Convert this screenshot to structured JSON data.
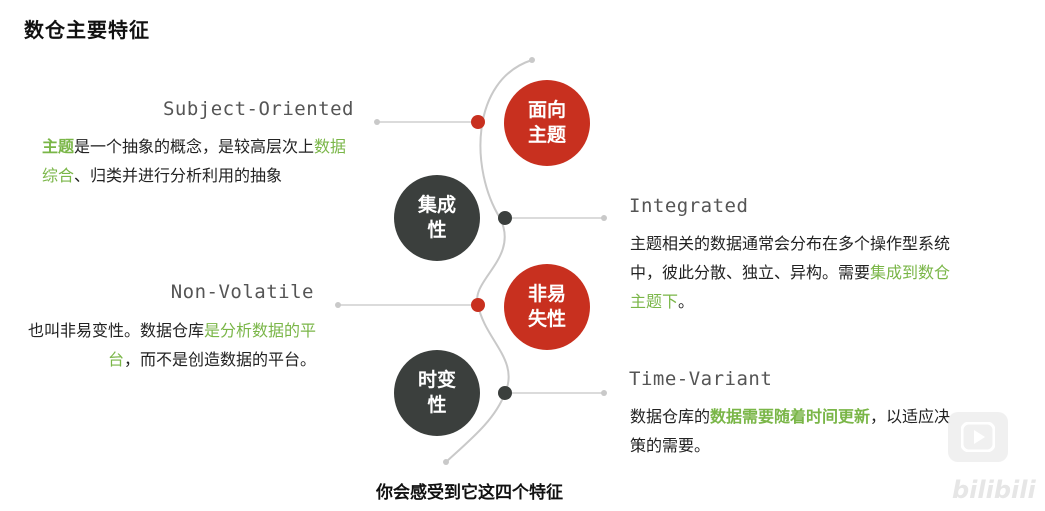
{
  "page": {
    "title": "数仓主要特征"
  },
  "features": [
    {
      "circle_label": "面向主题",
      "circle_color": "#c8301f",
      "en_title": "Subject-Oriented",
      "desc_parts": [
        {
          "text": "主题",
          "highlight": true
        },
        {
          "text": "是一个抽象的概念，是较高层次上",
          "highlight": false
        },
        {
          "text": "数据综合",
          "highlight": "normal"
        },
        {
          "text": "、归类并进行分析利用的抽象",
          "highlight": false
        }
      ]
    },
    {
      "circle_label": "集成性",
      "circle_color": "#3b3f3d",
      "en_title": "Integrated",
      "desc_parts": [
        {
          "text": "主题相关的数据通常会分布在多个操作型系统中，彼此分散、独立、异构。需要",
          "highlight": false
        },
        {
          "text": "集成到数仓主题下",
          "highlight": "normal"
        },
        {
          "text": "。",
          "highlight": false
        }
      ]
    },
    {
      "circle_label": "非易失性",
      "circle_color": "#c8301f",
      "en_title": "Non-Volatile",
      "desc_parts": [
        {
          "text": "也叫非易变性。数据仓库",
          "highlight": false
        },
        {
          "text": "是分析数据的平台",
          "highlight": "normal"
        },
        {
          "text": "，而不是创造数据的平台。",
          "highlight": false
        }
      ]
    },
    {
      "circle_label": "时变性",
      "circle_color": "#3b3f3d",
      "en_title": "Time-Variant",
      "desc_parts": [
        {
          "text": "数据仓库的",
          "highlight": false
        },
        {
          "text": "数据需要随着时间更新",
          "highlight": true
        },
        {
          "text": "，以适应决策的需要。",
          "highlight": false
        }
      ]
    }
  ],
  "subtitle": "你会感受到它这四个特征",
  "icons": {
    "play": "play-icon",
    "watermark": "bilibili-logo"
  },
  "watermark_text": "bilibili"
}
